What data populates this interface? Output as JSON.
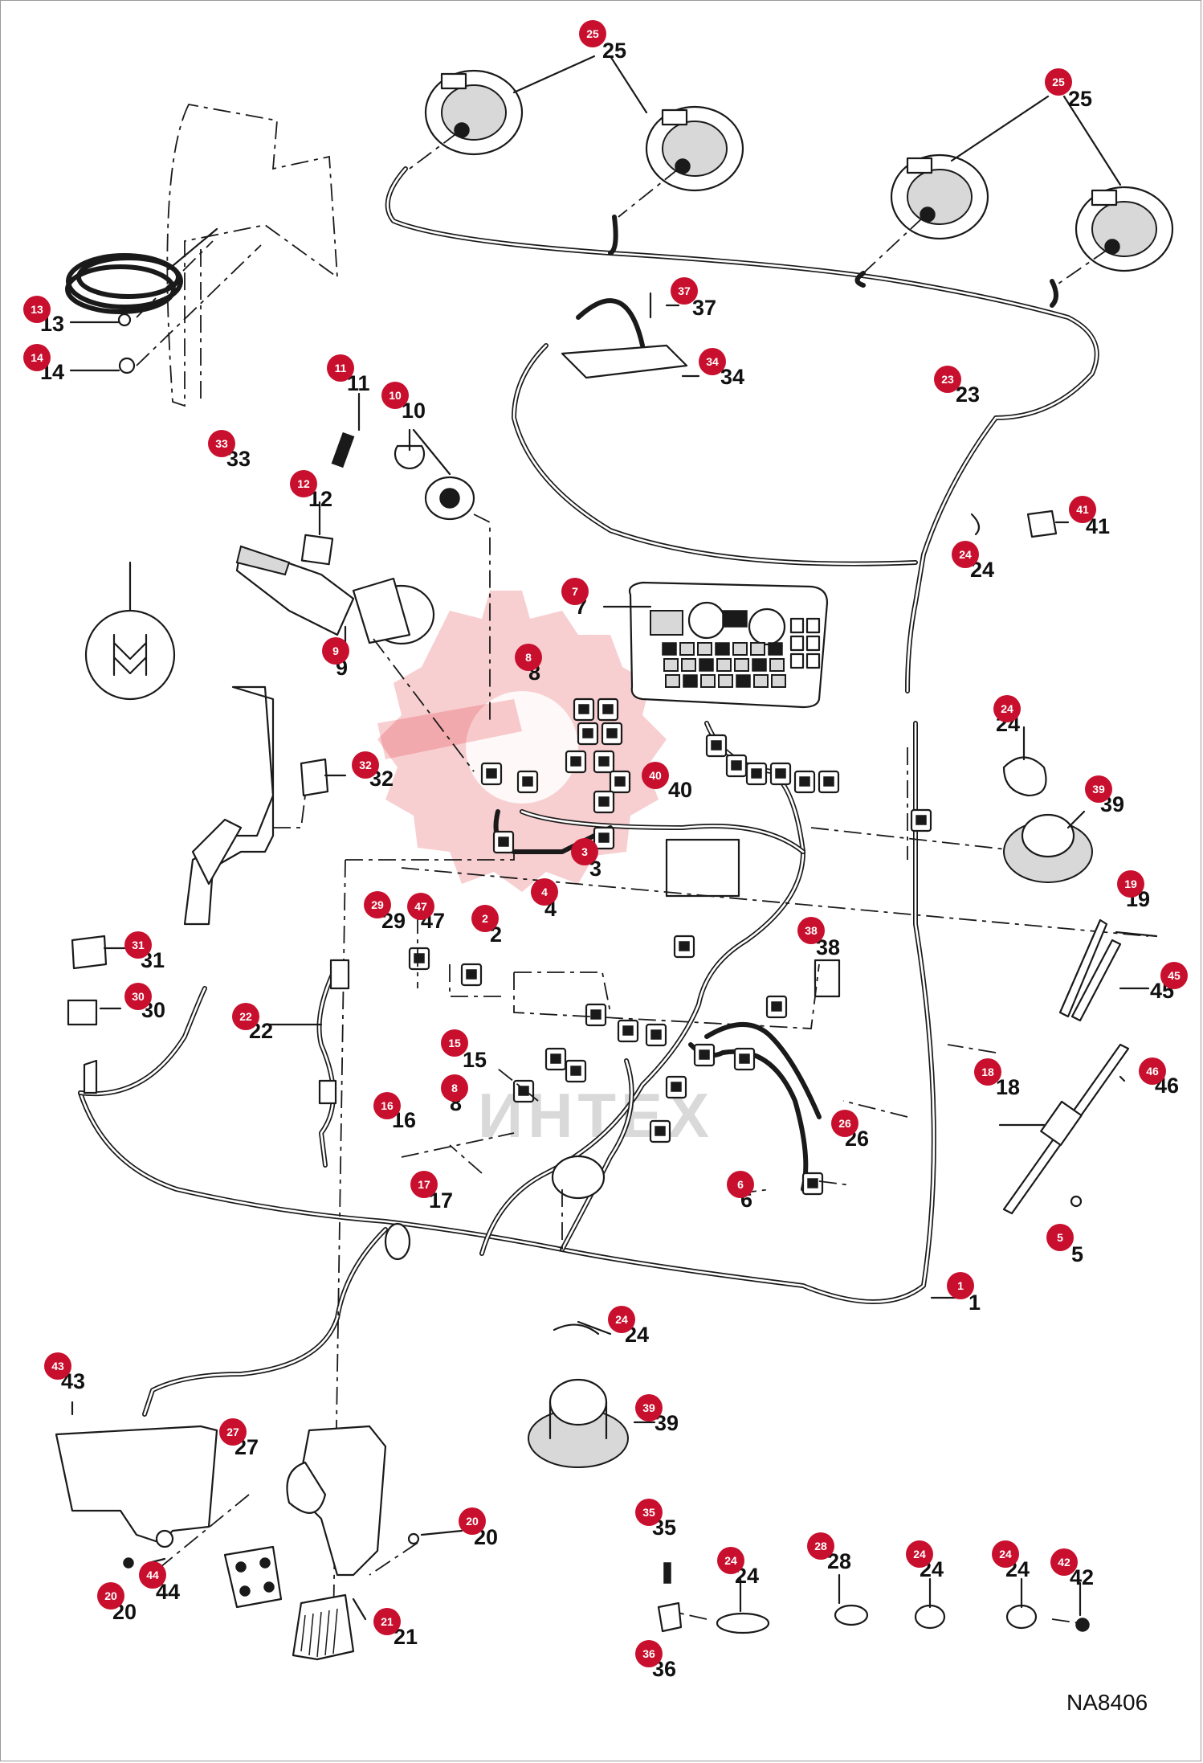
{
  "figure_ref": "NA8406",
  "callouts": [
    {
      "n": "25",
      "key": "c25a"
    },
    {
      "n": "25",
      "key": "c25b"
    },
    {
      "n": "13",
      "key": "c13"
    },
    {
      "n": "14",
      "key": "c14"
    },
    {
      "n": "37",
      "key": "c37"
    },
    {
      "n": "34",
      "key": "c34"
    },
    {
      "n": "11",
      "key": "c11"
    },
    {
      "n": "10",
      "key": "c10"
    },
    {
      "n": "23",
      "key": "c23"
    },
    {
      "n": "33",
      "key": "c33"
    },
    {
      "n": "12",
      "key": "c12"
    },
    {
      "n": "41",
      "key": "c41"
    },
    {
      "n": "24",
      "key": "c24a"
    },
    {
      "n": "7",
      "key": "c7"
    },
    {
      "n": "9",
      "key": "c9"
    },
    {
      "n": "8",
      "key": "c8a"
    },
    {
      "n": "24",
      "key": "c24b"
    },
    {
      "n": "32",
      "key": "c32"
    },
    {
      "n": "40",
      "key": "c40"
    },
    {
      "n": "39",
      "key": "c39a"
    },
    {
      "n": "3",
      "key": "c3"
    },
    {
      "n": "4",
      "key": "c4"
    },
    {
      "n": "47",
      "key": "c47"
    },
    {
      "n": "19",
      "key": "c19"
    },
    {
      "n": "29",
      "key": "c29"
    },
    {
      "n": "2",
      "key": "c2"
    },
    {
      "n": "38",
      "key": "c38"
    },
    {
      "n": "31",
      "key": "c31"
    },
    {
      "n": "45",
      "key": "c45"
    },
    {
      "n": "30",
      "key": "c30"
    },
    {
      "n": "22",
      "key": "c22"
    },
    {
      "n": "15",
      "key": "c15"
    },
    {
      "n": "18",
      "key": "c18"
    },
    {
      "n": "46",
      "key": "c46"
    },
    {
      "n": "8",
      "key": "c8b"
    },
    {
      "n": "16",
      "key": "c16"
    },
    {
      "n": "26",
      "key": "c26"
    },
    {
      "n": "17",
      "key": "c17"
    },
    {
      "n": "6",
      "key": "c6"
    },
    {
      "n": "5",
      "key": "c5"
    },
    {
      "n": "1",
      "key": "c1"
    },
    {
      "n": "24",
      "key": "c24c"
    },
    {
      "n": "43",
      "key": "c43"
    },
    {
      "n": "39",
      "key": "c39b"
    },
    {
      "n": "27",
      "key": "c27"
    },
    {
      "n": "20",
      "key": "c20a"
    },
    {
      "n": "35",
      "key": "c35"
    },
    {
      "n": "28",
      "key": "c28"
    },
    {
      "n": "24",
      "key": "c24d"
    },
    {
      "n": "24",
      "key": "c24e"
    },
    {
      "n": "24",
      "key": "c24f"
    },
    {
      "n": "42",
      "key": "c42"
    },
    {
      "n": "20",
      "key": "c20b"
    },
    {
      "n": "44",
      "key": "c44"
    },
    {
      "n": "21",
      "key": "c21"
    },
    {
      "n": "36",
      "key": "c36"
    }
  ],
  "watermark_text": "ИНТЕХ",
  "colors": {
    "badge": "#c8102e",
    "line": "#1a1a1a",
    "watermark": "#e0242c"
  }
}
